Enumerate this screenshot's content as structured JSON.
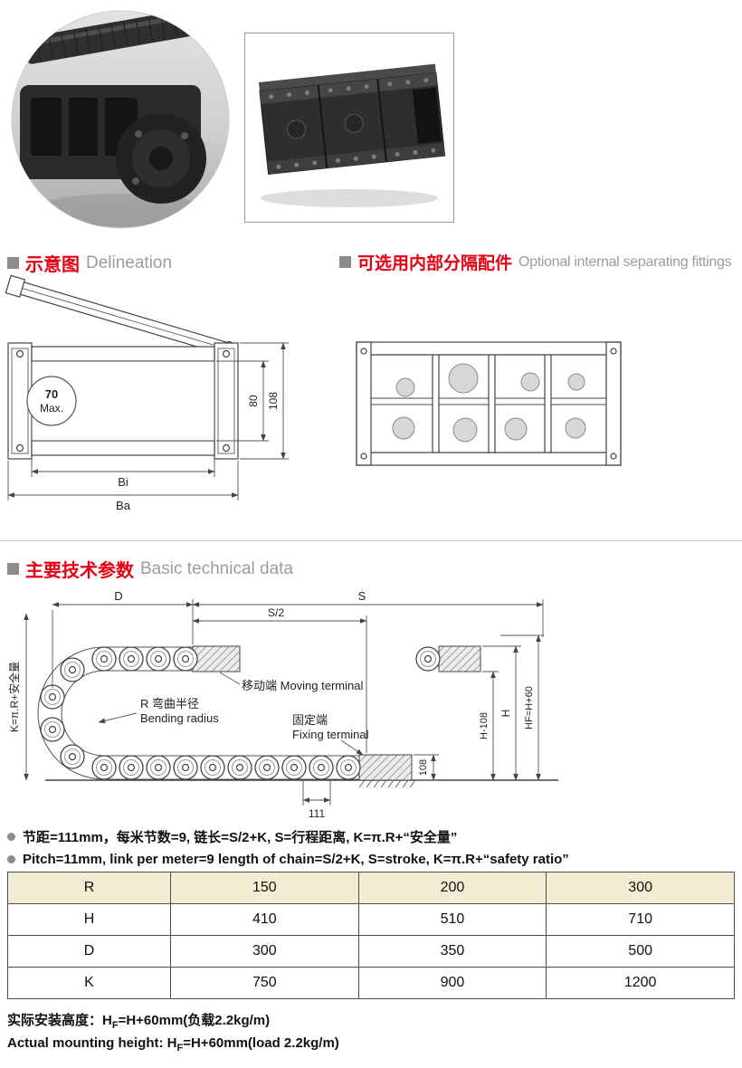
{
  "sections": {
    "delineation": {
      "zh": "示意图",
      "en": "Delineation"
    },
    "separators": {
      "zh": "可选用内部分隔配件",
      "en": "Optional internal separating fittings"
    },
    "technical": {
      "zh": "主要技术参数",
      "en": "Basic technical data"
    }
  },
  "delineation_drawing": {
    "max_line1": "70",
    "max_line2": "Max.",
    "dim_inner_height": "80",
    "dim_outer_height": "108",
    "dim_inner_width": "Bi",
    "dim_outer_width": "Ba"
  },
  "diagram": {
    "dim_d": "D",
    "dim_s": "S",
    "dim_s_half": "S/2",
    "k_formula": "K=π.R+安全量",
    "bend_radius_zh": "R 弯曲半径",
    "bend_radius_en": "Bending radius",
    "moving_terminal": "移动端 Moving terminal",
    "fixing_terminal_zh": "固定端",
    "fixing_terminal_en": "Fixing terminal",
    "dim_pitch": "111",
    "dim_h_minus": "H-108",
    "dim_h": "H",
    "dim_hf": "HF=H+60",
    "dim_section_height": "108"
  },
  "notes": {
    "zh": "节距=111mm，每米节数=9, 链长=S/2+K, S=行程距离, K=π.R+“安全量”",
    "en": "Pitch=11mm, link per meter=9 length of chain=S/2+K, S=stroke, K=π.R+“safety ratio”"
  },
  "table": {
    "header": [
      "R",
      "150",
      "200",
      "300"
    ],
    "rows": [
      [
        "H",
        "410",
        "510",
        "710"
      ],
      [
        "D",
        "300",
        "350",
        "500"
      ],
      [
        "K",
        "750",
        "900",
        "1200"
      ]
    ]
  },
  "footer": {
    "zh_pre": "实际安装高度：H",
    "zh_sub": "F",
    "zh_post": "=H+60mm(负载2.2kg/m)",
    "en_pre": "Actual mounting height: H",
    "en_sub": "F",
    "en_post": "=H+60mm(load 2.2kg/m)"
  }
}
